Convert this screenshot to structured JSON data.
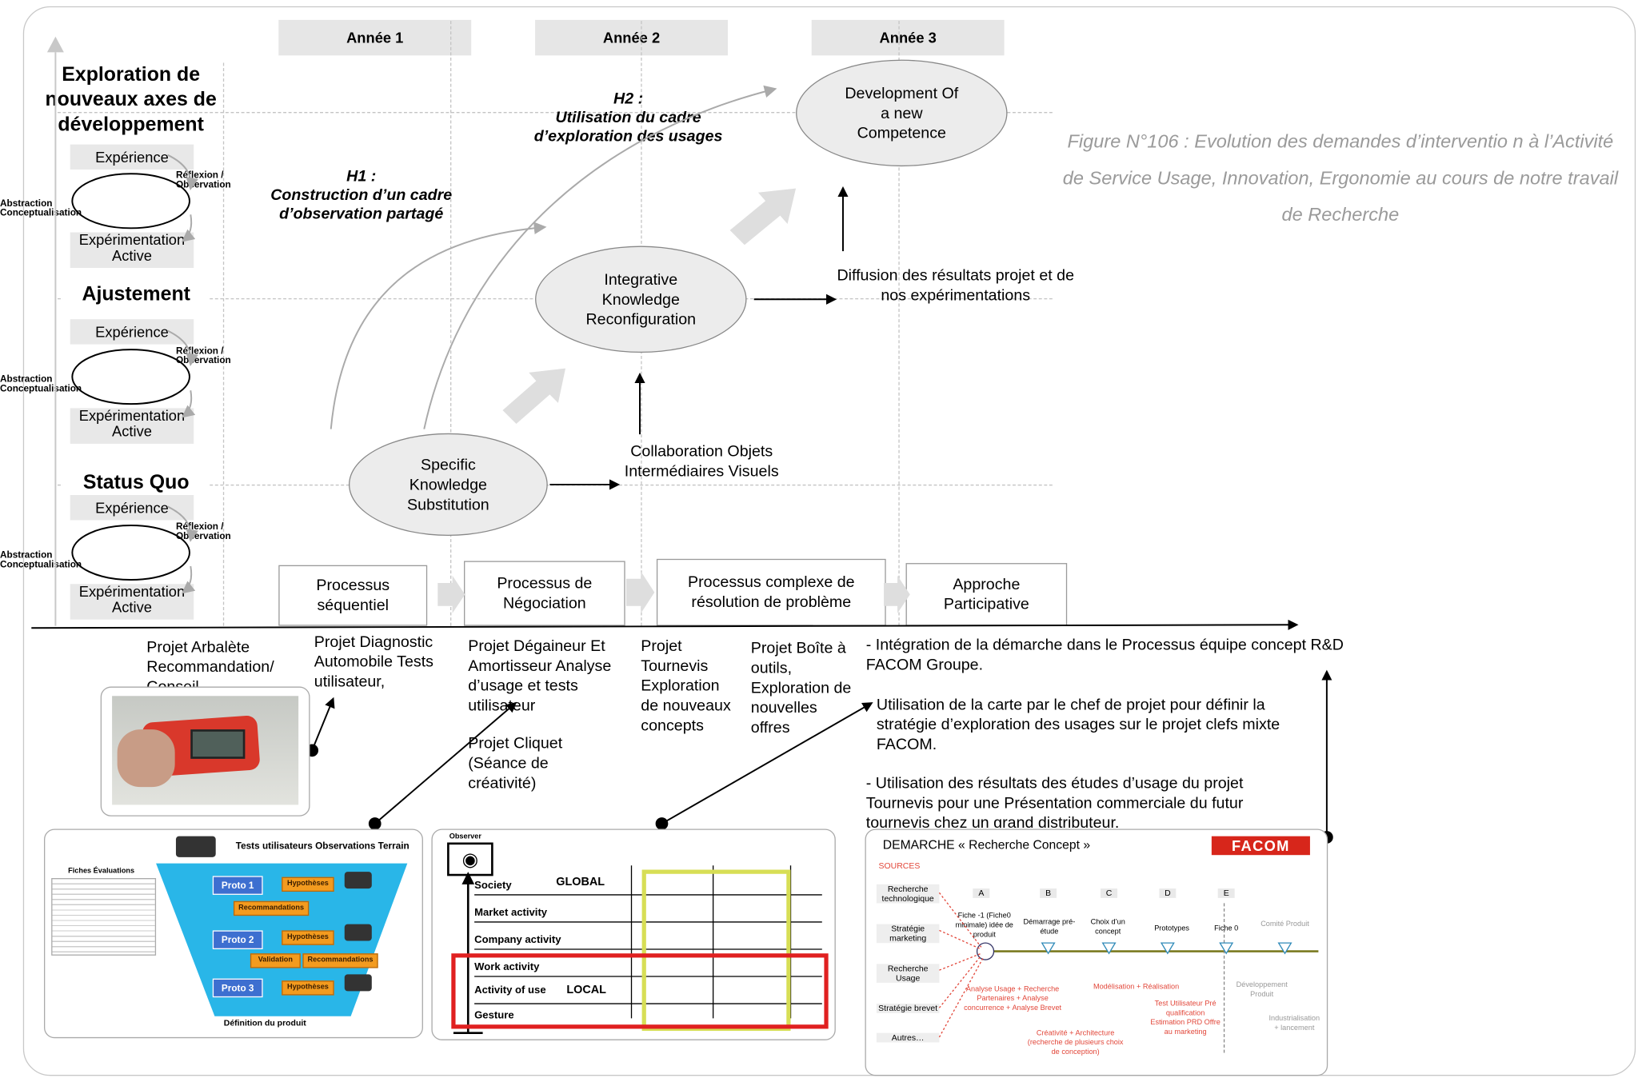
{
  "years": [
    "Année 1",
    "Année 2",
    "Année 3"
  ],
  "levels": {
    "top": "Exploration de nouveaux axes de développement",
    "middle": "Ajustement",
    "bottom": "Status Quo"
  },
  "cycle": {
    "experience": "Expérience",
    "experimentation": "Expérimentation Active",
    "reflexion": "Réflexion / Observation",
    "abstraction": "Abstraction Conceptualisation"
  },
  "ellipses": {
    "development": "Development Of a new Competence",
    "integrative": "Integrative Knowledge Reconfiguration",
    "specific": "Specific Knowledge Substitution"
  },
  "hypotheses": {
    "h1_title": "H1 :",
    "h1_text": "Construction d’un cadre d’observation partagé",
    "h2_title": "H2 :",
    "h2_text": "Utilisation du cadre d’exploration des usages"
  },
  "diffusion": "Diffusion des résultats projet et de nos expérimentations",
  "collaboration": "Collaboration Objets Intermédiaires Visuels",
  "processes": [
    "Processus séquentiel",
    "Processus de Négociation",
    "Processus complexe de résolution de problème",
    "Approche Participative"
  ],
  "caption": "Figure N°106 : Evolution des demandes d’interventio n à l’Activité de Service Usage, Innovation, Ergonomie au cours de notre travail de Recherche",
  "projects": {
    "arbalete": "Projet Arbalète Recommandation/ Conseil",
    "diagnostic": "Projet Diagnostic Automobile Tests utilisateur,",
    "degaineur": "Projet Dégaineur Et Amortisseur Analyse d’usage et tests utilisateur",
    "cliquet": "Projet Cliquet (Séance de créativité)",
    "tournevis": "Projet Tournevis Exploration de nouveaux concepts",
    "boite": "Projet Boîte à outils, Exploration de nouvelles offres"
  },
  "integration": [
    "- Intégration de la démarche dans le Processus équipe concept R&D FACOM Groupe.",
    "Utilisation de la carte par le chef de projet pour définir la stratégie d’exploration des usages sur le projet clefs mixte FACOM.",
    "-  Utilisation des résultats des études d’usage du projet Tournevis pour une Présentation commerciale du futur tournevis chez un grand distributeur."
  ],
  "tests_panel": {
    "title": "Tests utilisateurs Observations Terrain",
    "fiches": "Fiches Évaluations",
    "proto1": "Proto 1",
    "proto2": "Proto 2",
    "proto3": "Proto 3",
    "hypotheses": "Hypothèses",
    "recommandations": "Recommandations",
    "validation": "Validation",
    "definition": "Définition du produit"
  },
  "observer_panel": {
    "observer": "Observer",
    "global": "GLOBAL",
    "local": "LOCAL",
    "rows": [
      "Society",
      "Market activity",
      "Company activity",
      "Work activity",
      "Activity of use",
      "Gesture"
    ]
  },
  "facom_panel": {
    "title": "DEMARCHE « Recherche Concept »",
    "logo": "FACOM",
    "sources": "SOURCES",
    "sources_list": [
      "Recherche technologique",
      "Stratégie marketing",
      "Recherche Usage",
      "Stratégie brevet",
      "Autres…"
    ],
    "stages": [
      "A",
      "B",
      "C",
      "D",
      "E"
    ],
    "milestones": [
      "Fiche -1 (Fiche0 minimale) idée de produit",
      "Démarrage pré-étude",
      "Choix d’un concept",
      "Prototypes",
      "Fiche 0",
      "Comité Produit"
    ],
    "notes": [
      "Analyse Usage + Recherche Partenaires + Analyse concurrence + Analyse Brevet",
      "Modélisation + Réalisation",
      "Test Utilisateur Pré qualification Estimation PRD Offre au marketing",
      "Créativité + Architecture (recherche de plusieurs choix de conception)",
      "Développement Produit",
      "Industrialisation + lancement"
    ]
  },
  "colors": {
    "red_frame": "#e02020",
    "yellow_frame": "#d7de55",
    "proto_blue": "#3d6fd0",
    "orange": "#f39b1f",
    "funnel": "#29b6e8"
  }
}
